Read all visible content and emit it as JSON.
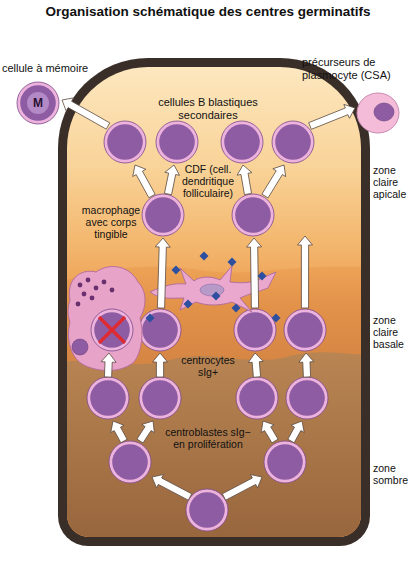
{
  "diagram": {
    "title": "Organisation schématique des centres germinatifs",
    "nodes": [
      {
        "text": [
          "cellule à mémoire",
          "M"
        ]
      },
      {
        "text": [
          "précurseurs de plasmocyte (CSA)"
        ]
      },
      {
        "text": [
          "CDF (cell. dendritique folliculaire)"
        ]
      },
      {
        "text": [
          "macrophage avec corps tingible"
        ]
      }
    ],
    "labels": [
      "cellules B blastiques secondaires",
      "zone claire apicale",
      "zone claire basale",
      "centrocytes sIg+",
      "centroblastes sIg− en prolifération",
      "zone sombre"
    ]
  }
}
